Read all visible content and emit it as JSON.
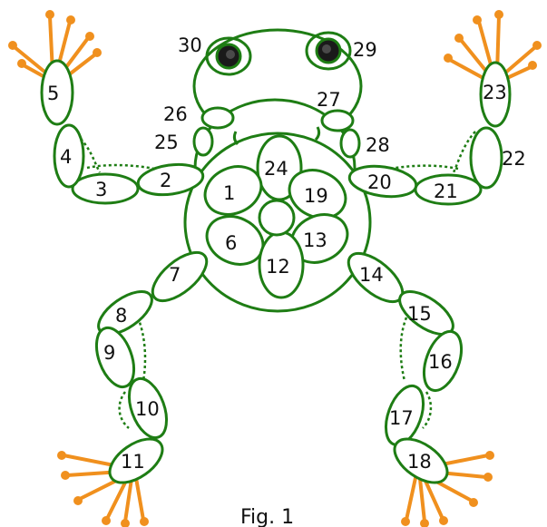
{
  "diagram": {
    "caption": "Fig. 1",
    "labels": {
      "n1": "1",
      "n2": "2",
      "n3": "3",
      "n4": "4",
      "n5": "5",
      "n6": "6",
      "n7": "7",
      "n8": "8",
      "n9": "9",
      "n10": "10",
      "n11": "11",
      "n12": "12",
      "n13": "13",
      "n14": "14",
      "n15": "15",
      "n16": "16",
      "n17": "17",
      "n18": "18",
      "n19": "19",
      "n20": "20",
      "n21": "21",
      "n22": "22",
      "n23": "23",
      "n24": "24",
      "n25": "25",
      "n26": "26",
      "n27": "27",
      "n28": "28",
      "n29": "29",
      "n30": "30"
    },
    "colors": {
      "ring": "#1e7d14",
      "toes": "#f0901e",
      "eyes": "#1a1a1a"
    }
  }
}
